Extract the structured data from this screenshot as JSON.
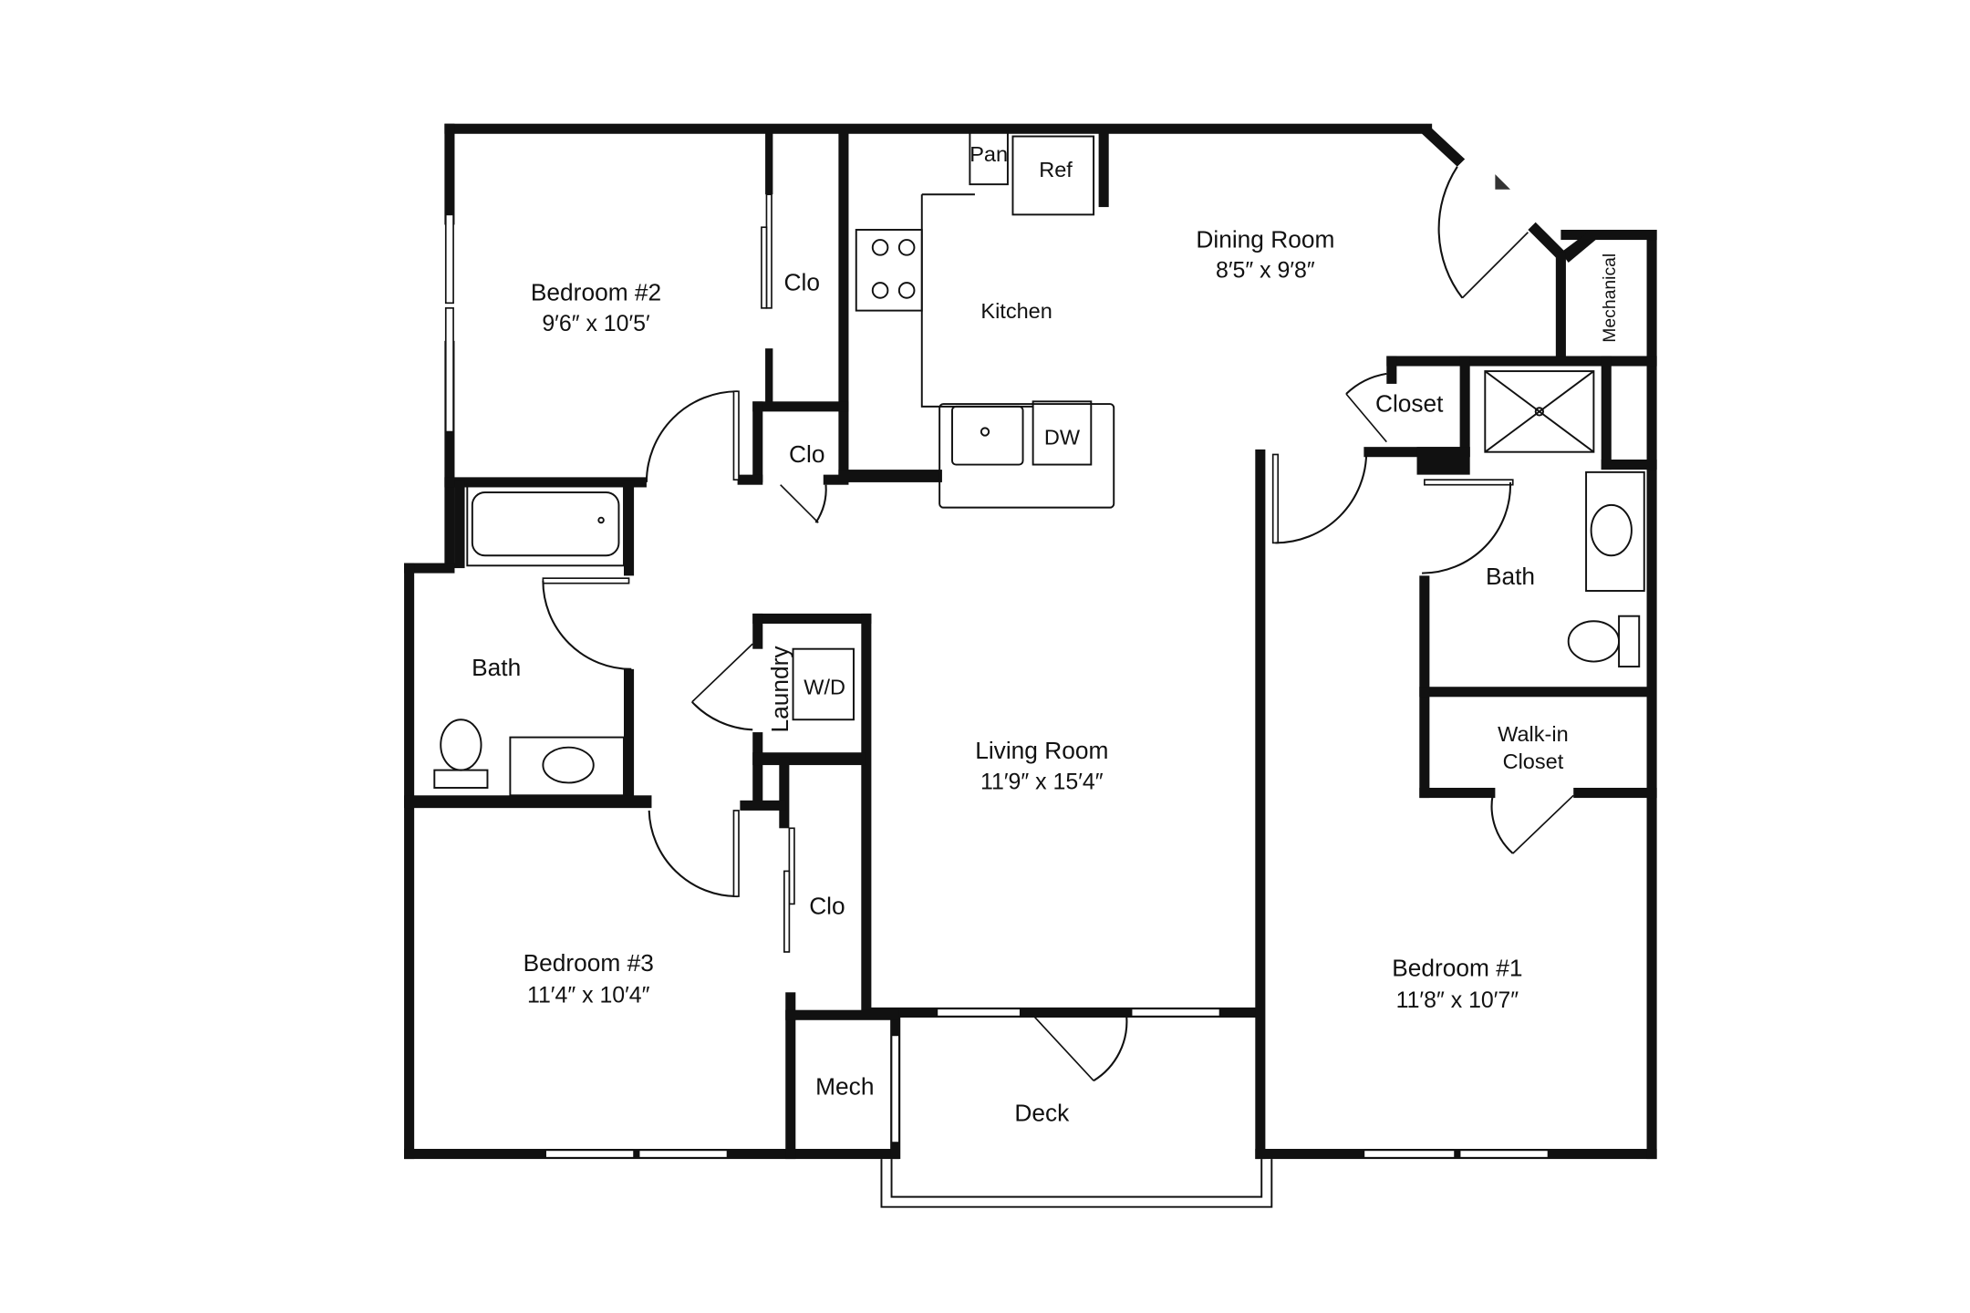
{
  "floorplan": {
    "rooms": [
      {
        "id": "bedroom2",
        "name": "Bedroom #2",
        "dimensions": "9′6″ x 10′5′"
      },
      {
        "id": "clo_bed2",
        "name": "Clo"
      },
      {
        "id": "clo_hall",
        "name": "Clo"
      },
      {
        "id": "kitchen",
        "name": "Kitchen"
      },
      {
        "id": "pantry",
        "name": "Pan"
      },
      {
        "id": "ref",
        "name": "Ref"
      },
      {
        "id": "dw",
        "name": "DW"
      },
      {
        "id": "dining",
        "name": "Dining Room",
        "dimensions": "8′5″ x 9′8″"
      },
      {
        "id": "mechanical",
        "name": "Mechanical"
      },
      {
        "id": "closet_master",
        "name": "Closet"
      },
      {
        "id": "bath_master",
        "name": "Bath"
      },
      {
        "id": "walkin",
        "name": "Walk-in",
        "name2": "Closet"
      },
      {
        "id": "bedroom1",
        "name": "Bedroom #1",
        "dimensions": "11′8″ x 10′7″"
      },
      {
        "id": "bath_hall",
        "name": "Bath"
      },
      {
        "id": "laundry",
        "name": "Laundry"
      },
      {
        "id": "wd",
        "name": "W/D"
      },
      {
        "id": "living",
        "name": "Living Room",
        "dimensions": "11′9″ x 15′4″"
      },
      {
        "id": "clo_bed3",
        "name": "Clo"
      },
      {
        "id": "bedroom3",
        "name": "Bedroom #3",
        "dimensions": "11′4″ x 10′4″"
      },
      {
        "id": "mech",
        "name": "Mech"
      },
      {
        "id": "deck",
        "name": "Deck"
      }
    ]
  }
}
